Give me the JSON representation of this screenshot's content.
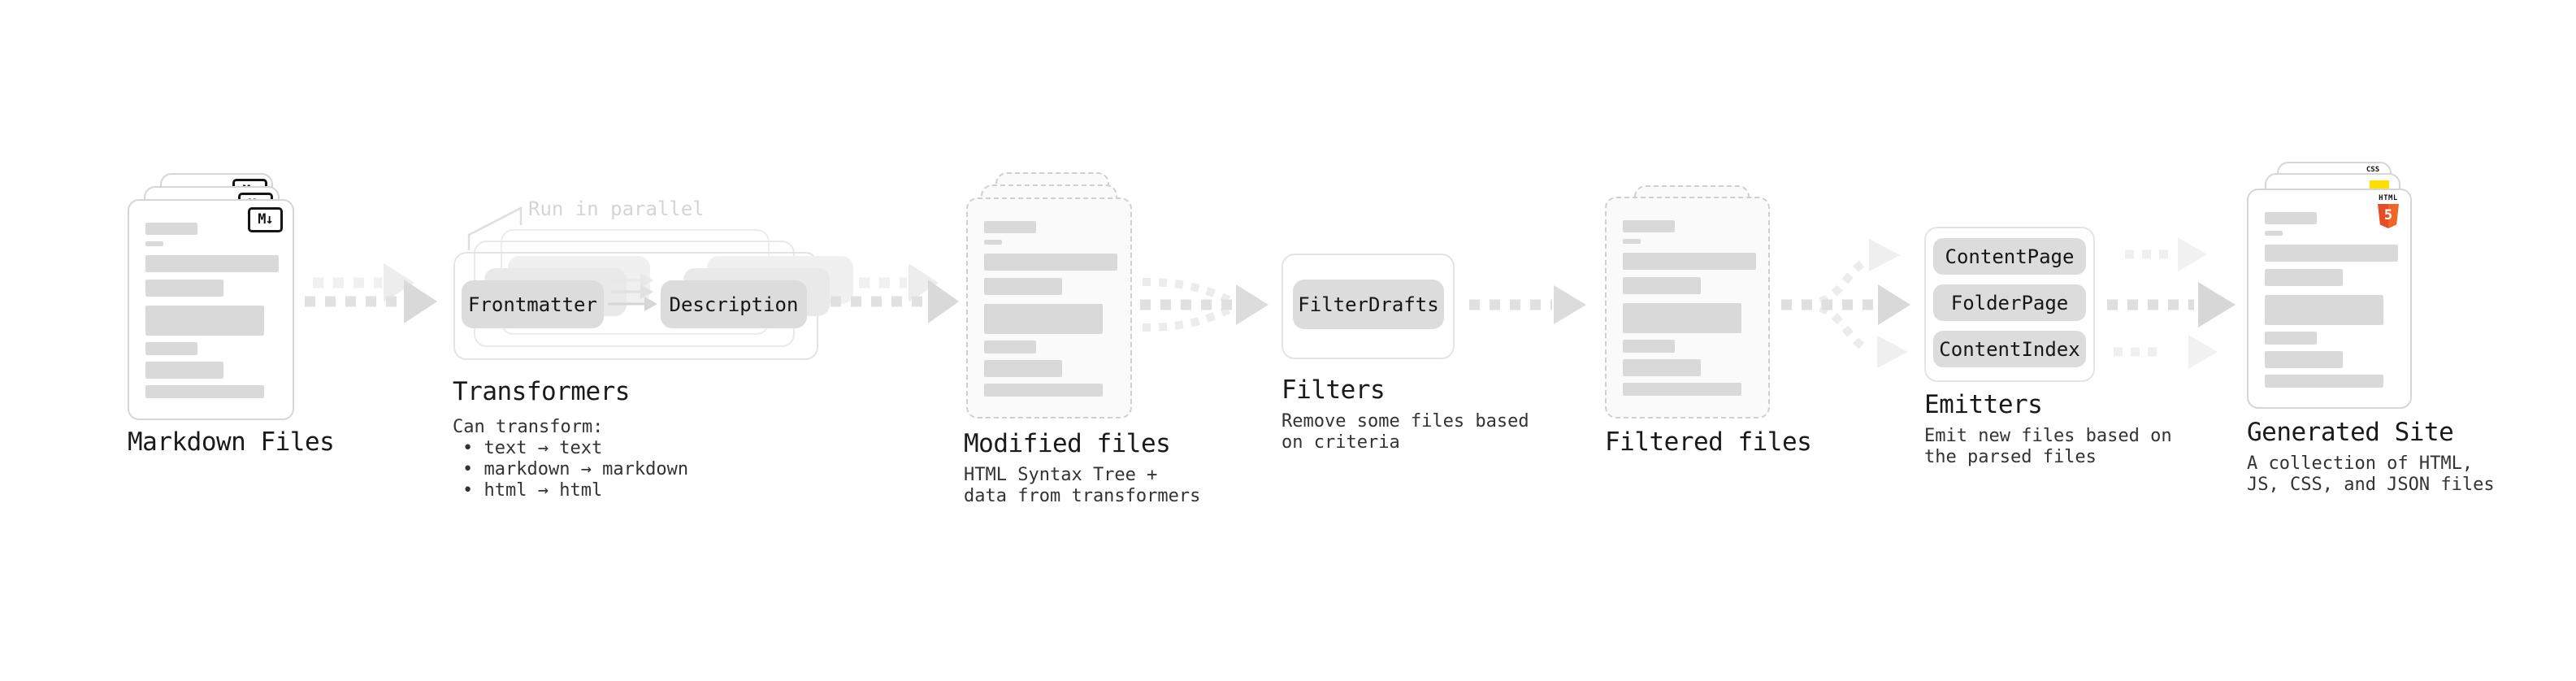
{
  "stages": {
    "markdown_files": {
      "label": "Markdown Files"
    },
    "transformers": {
      "label": "Transformers",
      "annotation": "Run in parallel",
      "nodes": [
        "Frontmatter",
        "Description"
      ],
      "desc_title": "Can transform:",
      "bullets": [
        "• text → text",
        "• markdown → markdown",
        "• html → html"
      ]
    },
    "modified_files": {
      "label": "Modified files",
      "desc": [
        "HTML Syntax Tree +",
        "data from transformers"
      ]
    },
    "filters": {
      "label": "Filters",
      "nodes": [
        "FilterDrafts"
      ],
      "desc": [
        "Remove some files based",
        "on criteria"
      ]
    },
    "filtered_files": {
      "label": "Filtered files"
    },
    "emitters": {
      "label": "Emitters",
      "nodes": [
        "ContentPage",
        "FolderPage",
        "ContentIndex"
      ],
      "desc": [
        "Emit new files based on",
        "the parsed files"
      ]
    },
    "generated_site": {
      "label": "Generated Site",
      "desc": [
        "A collection of HTML,",
        "JS, CSS, and JSON files"
      ]
    }
  },
  "icons": {
    "markdown_badge": "M↓",
    "html5_badge_label": "HTML",
    "html5_badge_numeral": "5",
    "css_badge_label": "CSS"
  },
  "colors": {
    "html5_orange": "#e44d26",
    "html5_orange_light": "#f16529",
    "js_yellow": "#ffdf00",
    "css_blue": "#2d6cff",
    "placeholder_bar_gray": "#d9d9d9",
    "node_gray": "#dcdcdc",
    "arrow_gray": "#dedede"
  }
}
